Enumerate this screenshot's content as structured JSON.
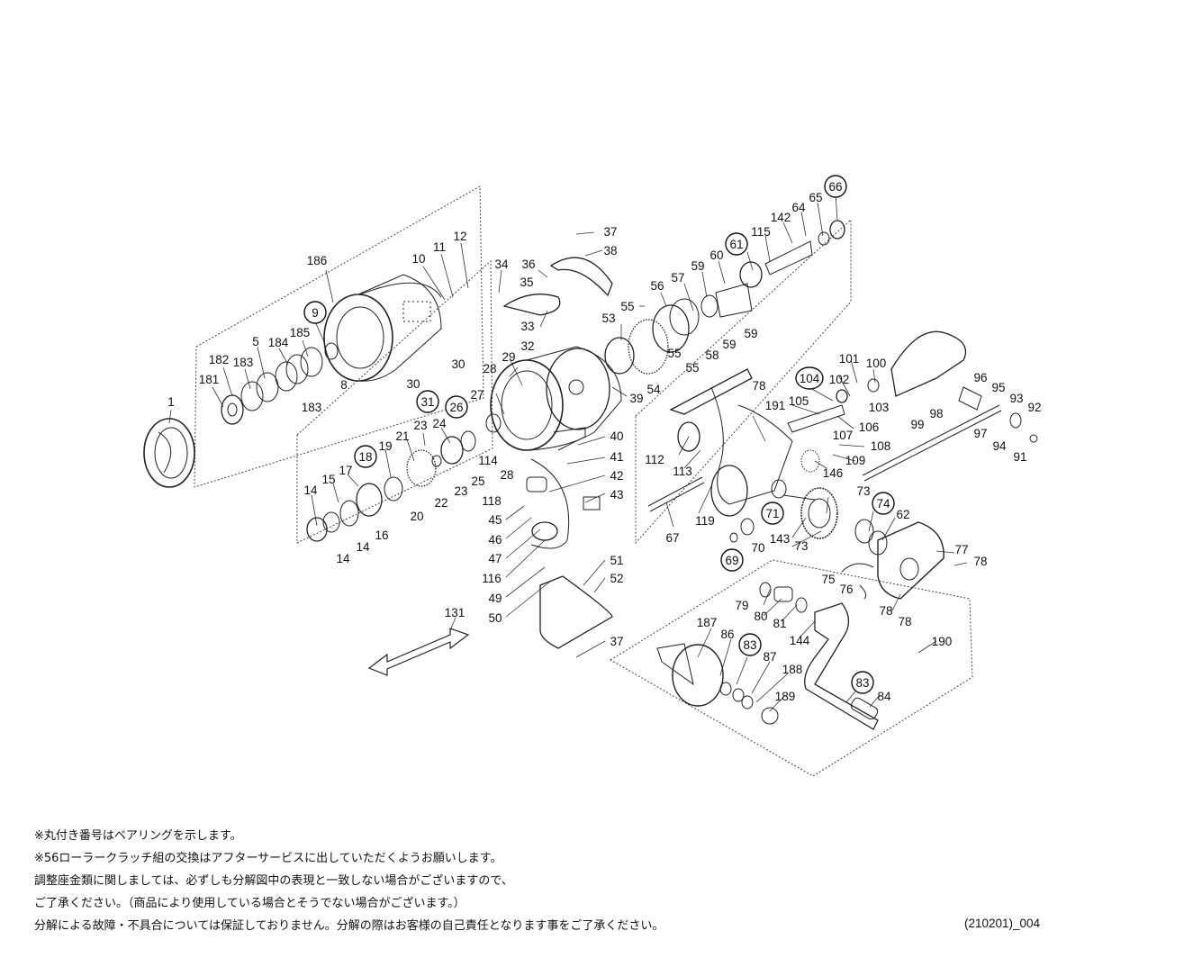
{
  "notes": [
    "※丸付き番号はベアリングを示します。",
    "※56ローラークラッチ組の交換はアフターサービスに出していただくようお願いします。",
    "調整座金類に関しましては、必ずしも分解図中の表現と一致しない場合がございますので、",
    "ご了承ください。（商品により使用している場合とそうでない場合がございます。）",
    "分解による故障・不具合については保証しておりません。分解の際はお客様の自己責任となります事をご了承ください。"
  ],
  "doc_code": "(210201)_004",
  "callouts": [
    "1",
    "181",
    "182",
    "183",
    "5",
    "184",
    "185",
    "183",
    "9",
    "8",
    "186",
    "10",
    "11",
    "12",
    "14",
    "15",
    "17",
    "18",
    "19",
    "21",
    "20",
    "22",
    "23",
    "24",
    "26",
    "25",
    "23",
    "16",
    "14",
    "14",
    "30",
    "30",
    "31",
    "27",
    "28",
    "29",
    "28",
    "114",
    "34",
    "35",
    "33",
    "32",
    "36",
    "37",
    "38",
    "39",
    "118",
    "45",
    "46",
    "47",
    "116",
    "49",
    "50",
    "40",
    "41",
    "42",
    "43",
    "51",
    "52",
    "37",
    "131",
    "53",
    "54",
    "55",
    "55",
    "55",
    "56",
    "57",
    "58",
    "59",
    "59",
    "59",
    "60",
    "61",
    "115",
    "142",
    "64",
    "65",
    "66",
    "78",
    "191",
    "112",
    "113",
    "119",
    "67",
    "71",
    "69",
    "70",
    "143",
    "104",
    "102",
    "101",
    "100",
    "103",
    "105",
    "106",
    "107",
    "108",
    "109",
    "146",
    "99",
    "98",
    "96",
    "95",
    "93",
    "92",
    "97",
    "94",
    "91",
    "73",
    "74",
    "62",
    "73",
    "75",
    "76",
    "77",
    "78",
    "78",
    "78",
    "79",
    "80",
    "81",
    "144",
    "190",
    "187",
    "86",
    "83",
    "87",
    "188",
    "189",
    "83",
    "84"
  ],
  "bearing_numbers": [
    "9",
    "18",
    "26",
    "31",
    "61",
    "66",
    "71",
    "69",
    "74",
    "83",
    "104"
  ]
}
